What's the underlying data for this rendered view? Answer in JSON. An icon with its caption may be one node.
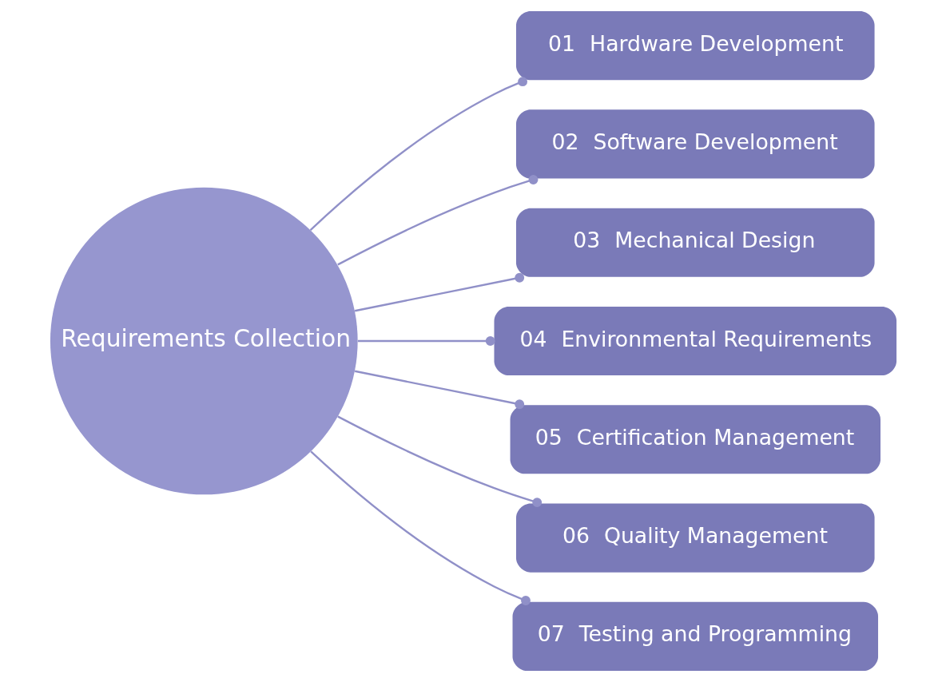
{
  "diagram": {
    "nodes": [
      {
        "text": [
          "Requirements Collection"
        ]
      },
      {
        "text": [
          "01",
          "Hardware Development"
        ]
      },
      {
        "text": [
          "02",
          "Software Development"
        ]
      },
      {
        "text": [
          "03",
          "Mechanical Design"
        ]
      },
      {
        "text": [
          "04",
          "Environmental Requirements"
        ]
      },
      {
        "text": [
          "05",
          "Certification Management"
        ]
      },
      {
        "text": [
          "06",
          "Quality Management"
        ]
      },
      {
        "text": [
          "07",
          "Testing and Programming"
        ]
      }
    ],
    "edges": [
      {
        "from": 0,
        "to": 1,
        "arrow": "other"
      },
      {
        "from": 0,
        "to": 2,
        "arrow": "other"
      },
      {
        "from": 0,
        "to": 3,
        "arrow": "other"
      },
      {
        "from": 0,
        "to": 4,
        "arrow": "other"
      },
      {
        "from": 0,
        "to": 5,
        "arrow": "other"
      },
      {
        "from": 0,
        "to": 6,
        "arrow": "other"
      },
      {
        "from": 0,
        "to": 7,
        "arrow": "other"
      }
    ]
  }
}
